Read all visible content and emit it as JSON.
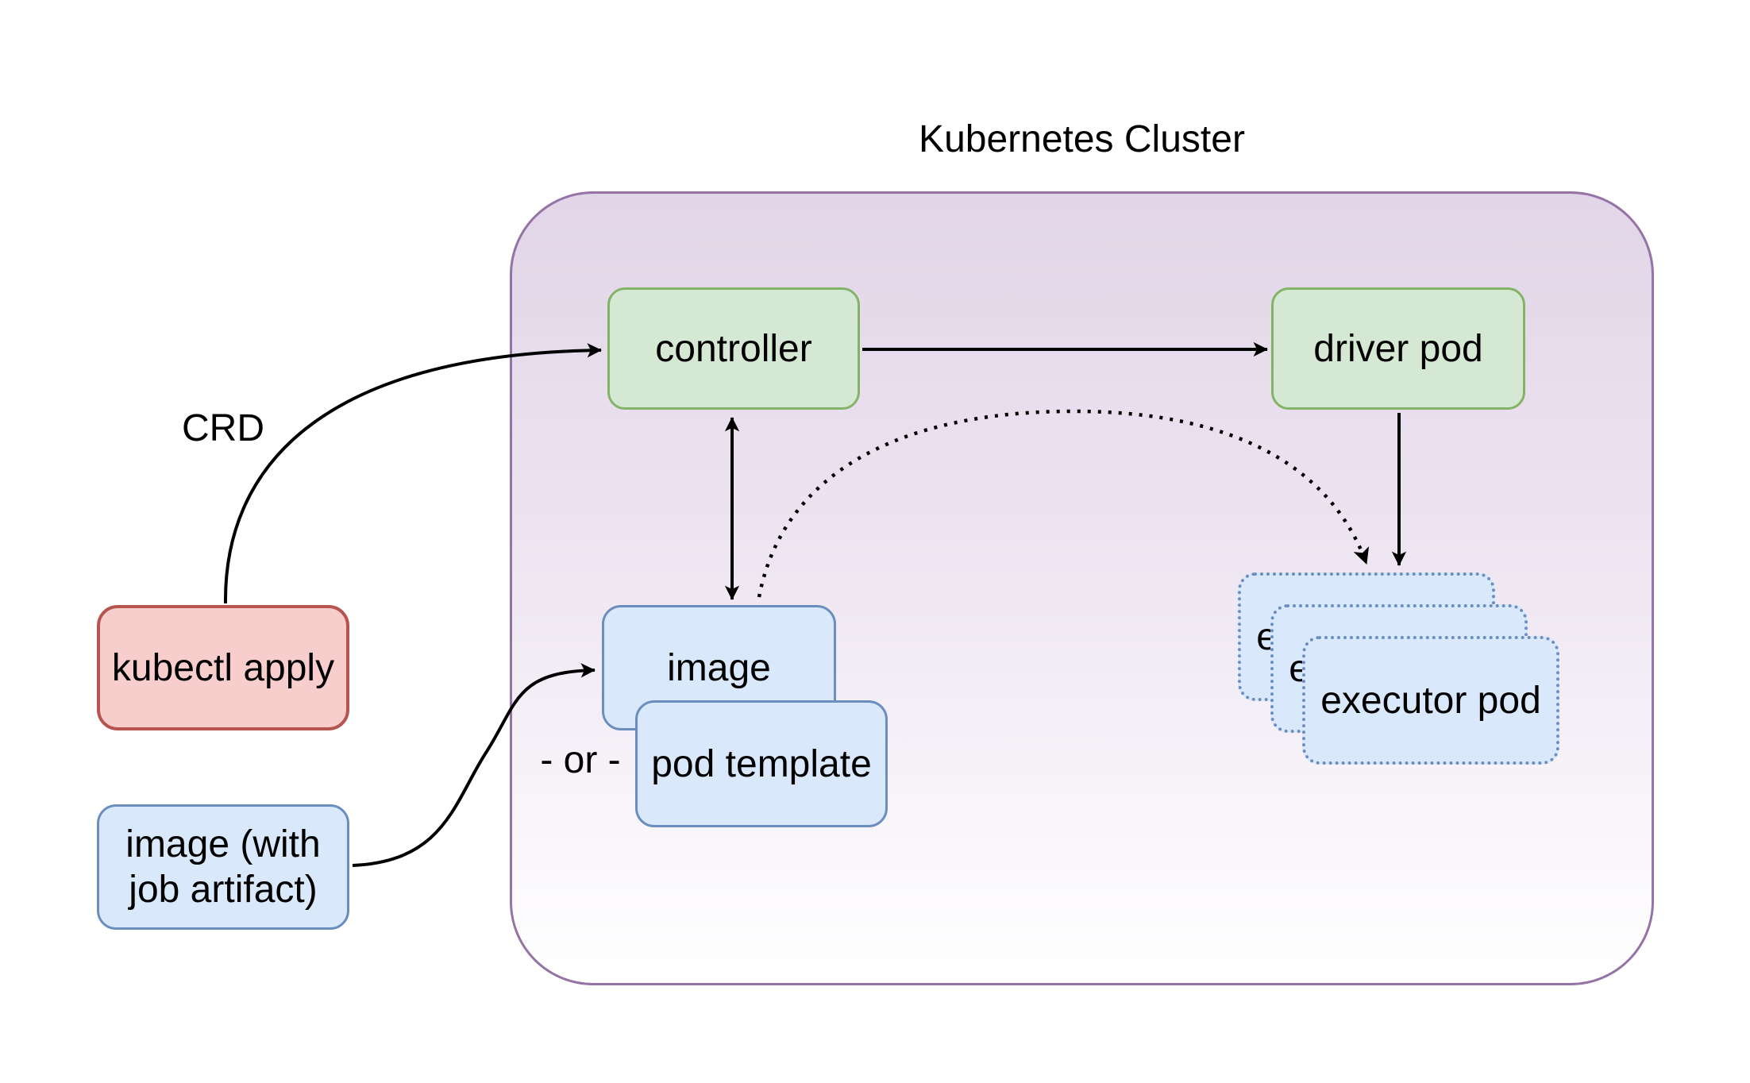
{
  "diagram": {
    "title": "Kubernetes Cluster",
    "labels": {
      "crd": "CRD",
      "or": "- or -"
    },
    "nodes": {
      "kubectl_apply": {
        "label": "kubectl apply"
      },
      "image_artifact": {
        "lines": [
          "image (with",
          "job artifact)"
        ]
      },
      "controller": {
        "label": "controller"
      },
      "driver_pod": {
        "label": "driver pod"
      },
      "image": {
        "label": "image"
      },
      "pod_template": {
        "label": "pod template"
      },
      "executor_pod": {
        "label": "executor pod",
        "count": 3
      }
    },
    "colors": {
      "green_fill": "#d5e8d4",
      "green_stroke": "#82b366",
      "blue_fill": "#dae8fc",
      "blue_stroke": "#6c8ebf",
      "red_fill": "#f8cecc",
      "red_stroke": "#b85450",
      "purple_fill": "#e1d5e7",
      "purple_stroke": "#9673a6",
      "arrow": "#000000",
      "text": "#000000",
      "background": "#ffffff"
    }
  }
}
